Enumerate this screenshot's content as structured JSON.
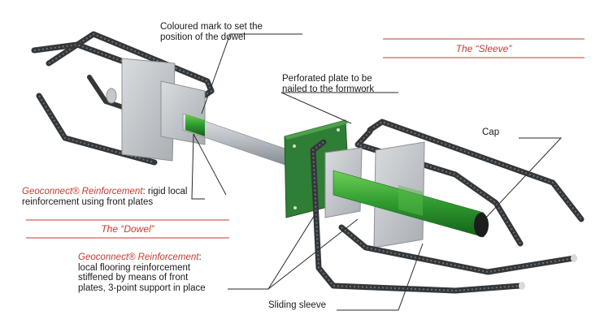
{
  "labels": {
    "coloured_mark": [
      "Coloured mark to set the",
      "position of the dowel"
    ],
    "perforated_plate": [
      "Perforated plate to be",
      "nailed to the formwork"
    ],
    "cap": "Cap",
    "reinf1_brand": "Geoconnect® Reinforcement",
    "reinf1_rest": ": rigid local",
    "reinf1_line2": "reinforcement using front plates",
    "reinf2_brand": "Geoconnect® Reinforcement",
    "reinf2_rest": ":",
    "reinf2_lines": [
      "local flooring reinforcement",
      "stiffened by means of front",
      "plates, 3-point support in place"
    ],
    "sliding_sleeve": "Sliding sleeve"
  },
  "sections": {
    "sleeve": "The “Sleeve”",
    "dowel": "The “Dowel”"
  },
  "colors": {
    "accent": "#c63a2f",
    "green": "#2e8b2e",
    "steel": "#b9bec4",
    "rebar": "#3a3d40"
  }
}
